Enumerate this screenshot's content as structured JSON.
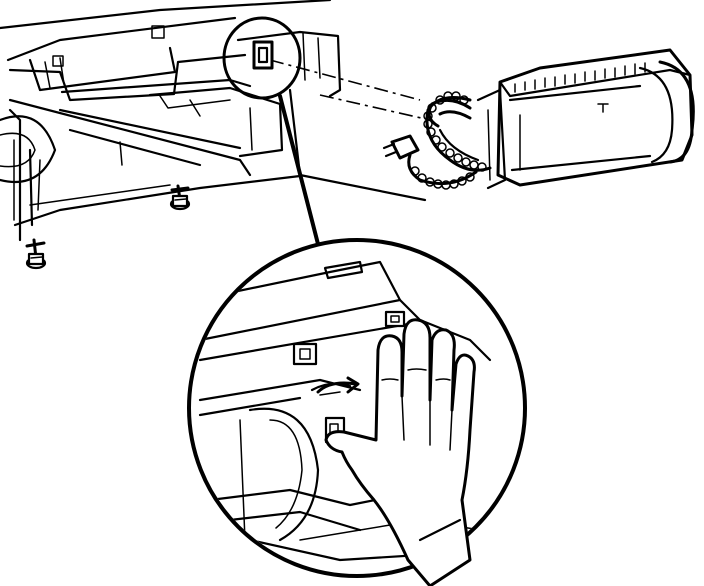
{
  "colors": {
    "line": "#000000",
    "background": "#ffffff"
  },
  "parts": [
    "instrument-panel",
    "air-bag-module",
    "wiring-harness-connector",
    "screw",
    "detail-callout",
    "hand-pressing-retainer"
  ]
}
